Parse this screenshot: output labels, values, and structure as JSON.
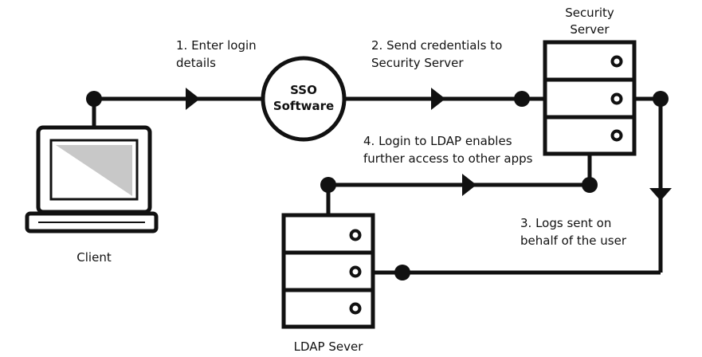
{
  "nodes": {
    "client": {
      "label": "Client"
    },
    "sso": {
      "label_line1": "SSO",
      "label_line2": "Software"
    },
    "security_server": {
      "label_line1": "Security",
      "label_line2": "Server"
    },
    "ldap_server": {
      "label": "LDAP Sever"
    }
  },
  "steps": {
    "step1": {
      "line1": "1. Enter login",
      "line2": "details"
    },
    "step2": {
      "line1": "2. Send credentials to",
      "line2": "Security Server"
    },
    "step3": {
      "line1": "3. Logs sent on",
      "line2": "behalf of the user"
    },
    "step4": {
      "line1": "4. Login to LDAP enables",
      "line2": "further access to other apps"
    }
  },
  "colors": {
    "ink": "#111111",
    "screen": "#c8c8c8",
    "background": "#ffffff"
  }
}
